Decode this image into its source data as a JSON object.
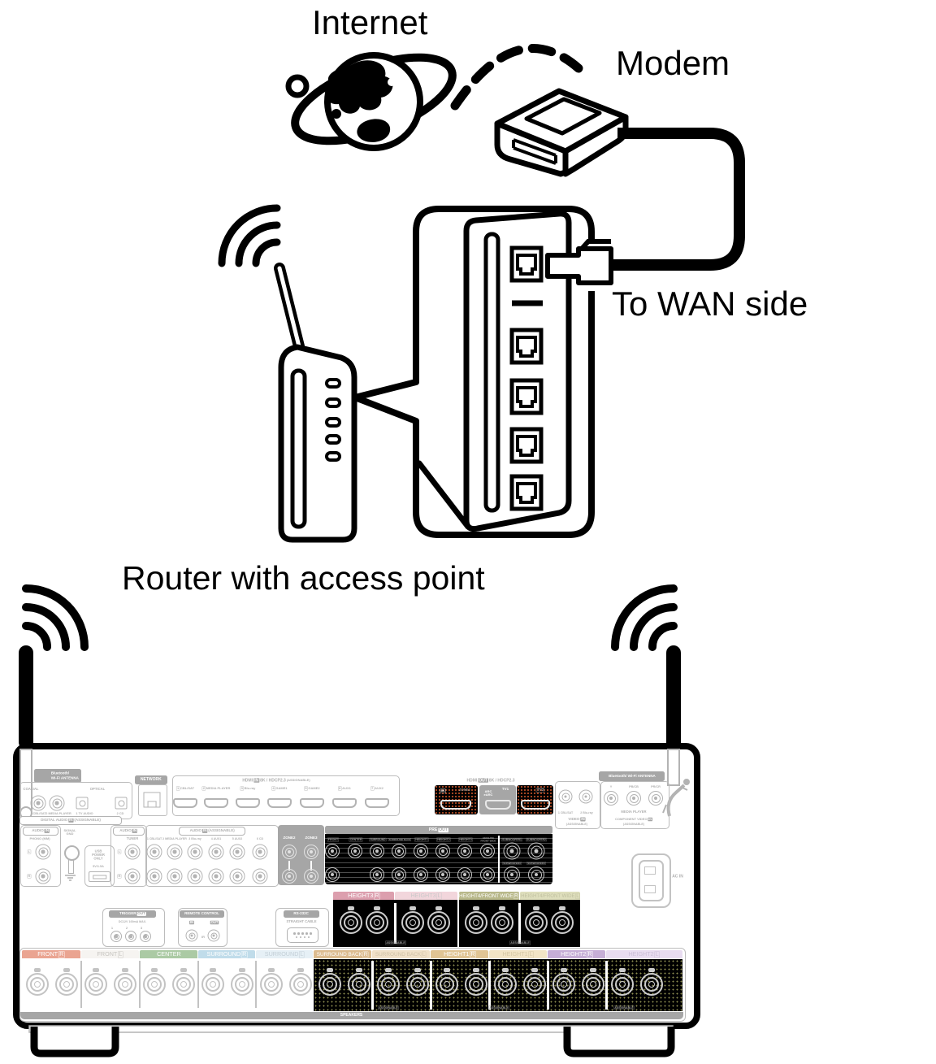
{
  "diagram": {
    "internet": "Internet",
    "modem": "Modem",
    "wan": "To WAN side",
    "router": "Router with access point"
  },
  "panel": {
    "bt_line1": "Bluetooth/",
    "bt_line2": "Wi-Fi ANTENNA",
    "bt_right": "Bluetooth/ Wi-Fi ANTENNA",
    "badges": {
      "in": "IN",
      "out": "OUT"
    },
    "digital_audio": {
      "coaxial": "COAXIAL",
      "optical": "OPTICAL",
      "jacks": [
        "1 CBL/SAT",
        "2 MEDIA PLAYER",
        "1 TV AUDIO",
        "2 CD"
      ],
      "title": "DIGITAL AUDIO",
      "assignable": "(ASSIGNABLE)"
    },
    "network": "NETWORK",
    "hdmi": {
      "title": "HDMI",
      "spec": "8K / HDCP2.3",
      "assignable": "(ASSIGNABLE)",
      "in_ports": [
        {
          "n": "1",
          "label": "CBL/SAT"
        },
        {
          "n": "2",
          "label": "MEDIA PLAYER"
        },
        {
          "n": "3",
          "label": "Blu-ray"
        },
        {
          "n": "4",
          "label": "GAME1"
        },
        {
          "n": "5",
          "label": "GAME2"
        },
        {
          "n": "6",
          "label": "AUX1"
        },
        {
          "n": "7",
          "label": "AUX2"
        }
      ],
      "out": {
        "badge_8k": "8K",
        "zone2": "ZONE2",
        "arc": "ARC",
        "earc": "eARC",
        "tv1": "TV1",
        "tv2": "TV2"
      }
    },
    "video_in": {
      "jack1": "1 CBL/SAT",
      "jack2": "2 Blu-ray",
      "title": "VIDEO",
      "assignable": "(ASSIGNABLE)"
    },
    "component": {
      "y": "Y",
      "pb": "PB/CB",
      "pr": "PR/CR",
      "media": "MEDIA PLAYER",
      "title": "COMPONENT VIDEO",
      "assignable": "(ASSIGNABLE)"
    },
    "audio": {
      "label": "AUDIO",
      "phono": "PHONO (MM)",
      "signal1": "SIGNAL",
      "signal2": "GND",
      "l": "L",
      "r": "R",
      "tuner": "TUNER",
      "assignable": "(ASSIGNABLE)",
      "cols": [
        "1 CBL/SAT",
        "2 MEDIA PLAYER",
        "3 Blu-ray",
        "4 AUX1",
        "5 AUX2",
        "6 CD"
      ]
    },
    "usb": {
      "l1": "USB",
      "l2": "POWER",
      "l3": "ONLY",
      "spec": "5V/1.5A"
    },
    "zones": {
      "z2": "ZONE2",
      "z3": "ZONE3"
    },
    "preout": {
      "pre": "PRE",
      "cols": [
        "FRONT",
        "CENTER",
        "SURROUND",
        "SURROUND BACK",
        "HEIGHT1",
        "HEIGHT2",
        "HEIGHT3"
      ],
      "h4a": "HEIGHT4/",
      "h4b": "FRONT WIDE",
      "sub1": "SUBWOOFER1",
      "sub2": "SUBWOOFER2",
      "sub3": "SUBWOOFER3",
      "sub4": "SUBWOOFER4"
    },
    "ac_in": "AC IN",
    "trigger": {
      "title": "TRIGGER",
      "spec": "DC12V 100mA MAX.",
      "n1": "1",
      "n2": "2",
      "n3": "3"
    },
    "remote": {
      "title": "REMOTE CONTROL",
      "ir": "IR"
    },
    "rs232": {
      "title": "RS-232C",
      "spec": "STRAIGHT CABLE"
    },
    "speakers_top": [
      {
        "t": "HEIGHT3",
        "ch": "R"
      },
      {
        "t": "HEIGHT3",
        "ch": "L"
      },
      {
        "t": "HEIGHT4/FRONT WIDE",
        "ch": "R"
      },
      {
        "t": "HEIGHT4/FRONT WIDE",
        "ch": "L"
      }
    ],
    "speakers_main": [
      {
        "t": "FRONT",
        "ch": "R"
      },
      {
        "t": "FRONT",
        "ch": "L"
      },
      {
        "t": "CENTER",
        "ch": ""
      },
      {
        "t": "SURROUND",
        "ch": "R"
      },
      {
        "t": "SURROUND",
        "ch": "L"
      },
      {
        "t": "SURROUND BACK",
        "ch": "R"
      },
      {
        "t": "SURROUND BACK",
        "ch": "L"
      },
      {
        "t": "HEIGHT1",
        "ch": "R"
      },
      {
        "t": "HEIGHT1",
        "ch": "L"
      },
      {
        "t": "HEIGHT2",
        "ch": "R"
      },
      {
        "t": "HEIGHT2",
        "ch": "L"
      }
    ],
    "assignable": "ASSIGNABLE",
    "speakers": "SPEAKERS",
    "colors": {
      "front_r": "#eaa491",
      "front_l": "#f6f4f1",
      "center": "#abcaa4",
      "surround_r": "#c0dcea",
      "surround_l": "#e6f0f6",
      "surround_back_r": "#dcbc90",
      "surround_back_l": "#f0e0c8",
      "height1_r": "#e0c494",
      "height1_l": "#f2e4c6",
      "height2_r": "#c6aed6",
      "height2_l": "#e8dcf0",
      "height3_r": "#dc9fae",
      "height3_l": "#f2d6dc",
      "height4_r": "#b8b88a",
      "height4_l": "#dedebc"
    }
  }
}
